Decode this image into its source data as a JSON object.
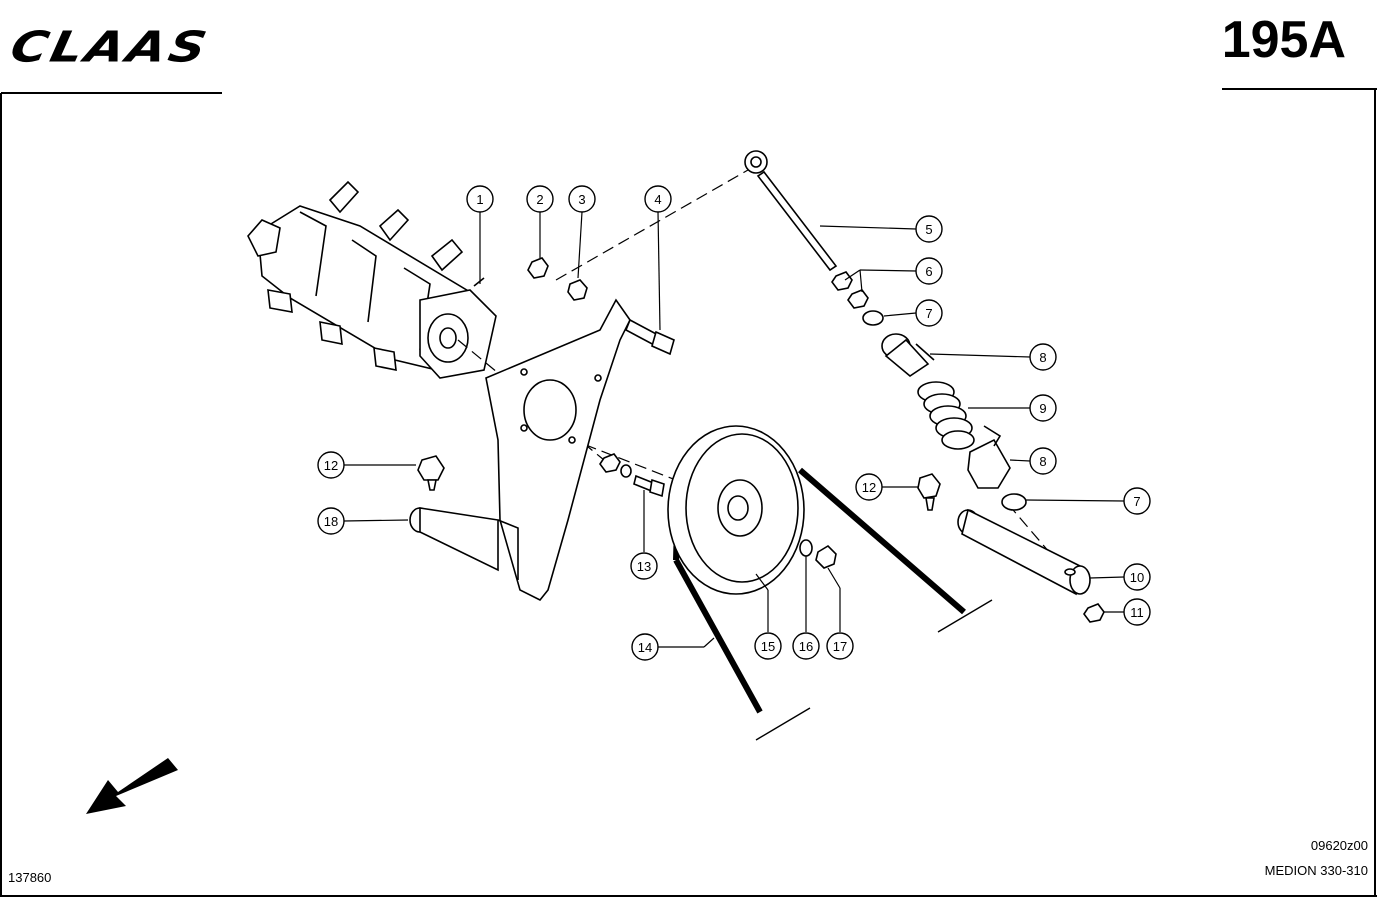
{
  "header": {
    "brand": "CLAAS",
    "page_number": "195A"
  },
  "footer": {
    "drawing_ref": "137860",
    "drawing_code": "09620z00",
    "model": "MEDION 330-310"
  },
  "callouts": [
    "1",
    "2",
    "3",
    "4",
    "5",
    "6",
    "7",
    "8",
    "8",
    "9",
    "7",
    "10",
    "11",
    "12",
    "12",
    "13",
    "14",
    "15",
    "16",
    "17",
    "18"
  ]
}
